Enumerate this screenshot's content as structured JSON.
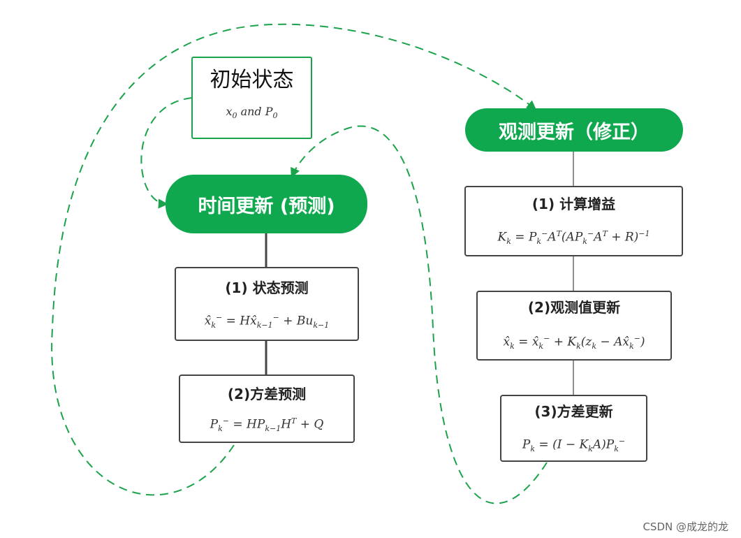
{
  "init": {
    "title": "初始状态",
    "formula": [
      "x",
      "0",
      " and ",
      "P",
      "0"
    ]
  },
  "predict": {
    "header": "时间更新 (预测)",
    "step1": {
      "title": "(1) 状态预测",
      "formula": [
        "x̂",
        "k",
        "−",
        " = H",
        "x̂",
        "k−1",
        "−",
        " + B",
        "u",
        "k−1"
      ]
    },
    "step2": {
      "title": "(2)方差预测",
      "formula": [
        "P",
        "k",
        "−",
        " = H",
        "P",
        "k−1",
        "H",
        "T",
        " + Q"
      ]
    }
  },
  "correct": {
    "header": "观测更新（修正）",
    "step1": {
      "title": "(1) 计算增益",
      "formula": [
        "K",
        "k",
        " = ",
        "P",
        "k",
        "−",
        "A",
        "T",
        "(A",
        "P",
        "k",
        "−",
        "A",
        "T",
        " + R)",
        "−1"
      ]
    },
    "step2": {
      "title": "(2)观测值更新",
      "formula": [
        "x̂",
        "k",
        " = ",
        "x̂",
        "k",
        "−",
        " + K",
        "k",
        "(z",
        "k",
        " − A",
        "x̂",
        "k",
        "−",
        ")"
      ]
    },
    "step3": {
      "title": "(3)方差更新",
      "formula": [
        "P",
        "k",
        " = (I − K",
        "k",
        "A)",
        "P",
        "k",
        "−"
      ]
    }
  },
  "watermark": "CSDN @成龙的龙",
  "colors": {
    "accent_green": "#0fa84e",
    "dash_green": "#1aa34a",
    "border_gray": "#444444"
  }
}
